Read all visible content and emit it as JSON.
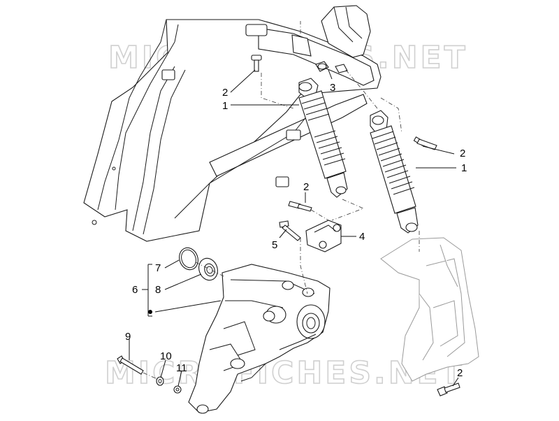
{
  "watermark": {
    "top": "MICROFICHES.NET",
    "bottom": "MICROFICHES.NET"
  },
  "callouts": {
    "c_2_top": "2",
    "c_1_top": "1",
    "c_3": "3",
    "c_2_right": "2",
    "c_1_right": "1",
    "c_2_mid": "2",
    "c_4": "4",
    "c_5": "5",
    "c_7": "7",
    "c_6": "6",
    "c_8": "8",
    "c_9": "9",
    "c_10": "10",
    "c_11": "11",
    "c_2_bottom": "2"
  }
}
